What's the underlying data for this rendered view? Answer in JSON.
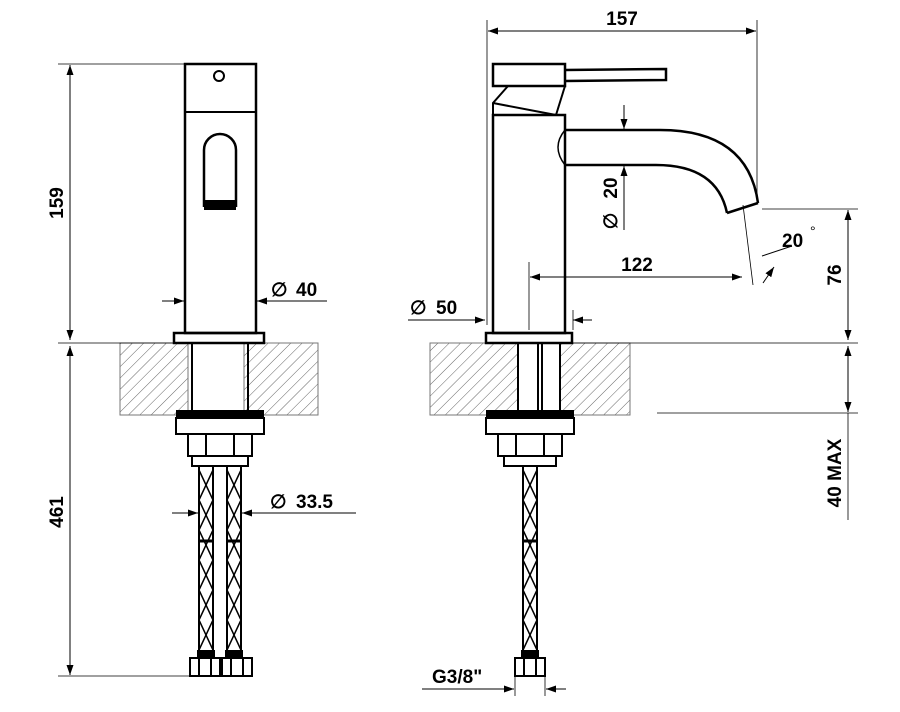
{
  "drawing": {
    "dims": {
      "height_body": "159",
      "height_below": "461",
      "body_diameter": "40",
      "hose_diameter": "33.5",
      "total_length": "157",
      "outlet_diameter": "20",
      "reach": "122",
      "spout_angle": "20",
      "spout_height": "76",
      "base_diameter": "50",
      "deck_thickness": "40 MAX",
      "connection_thread": "G3/8\""
    },
    "diameter_symbol": "∅",
    "degree_symbol": "°"
  }
}
